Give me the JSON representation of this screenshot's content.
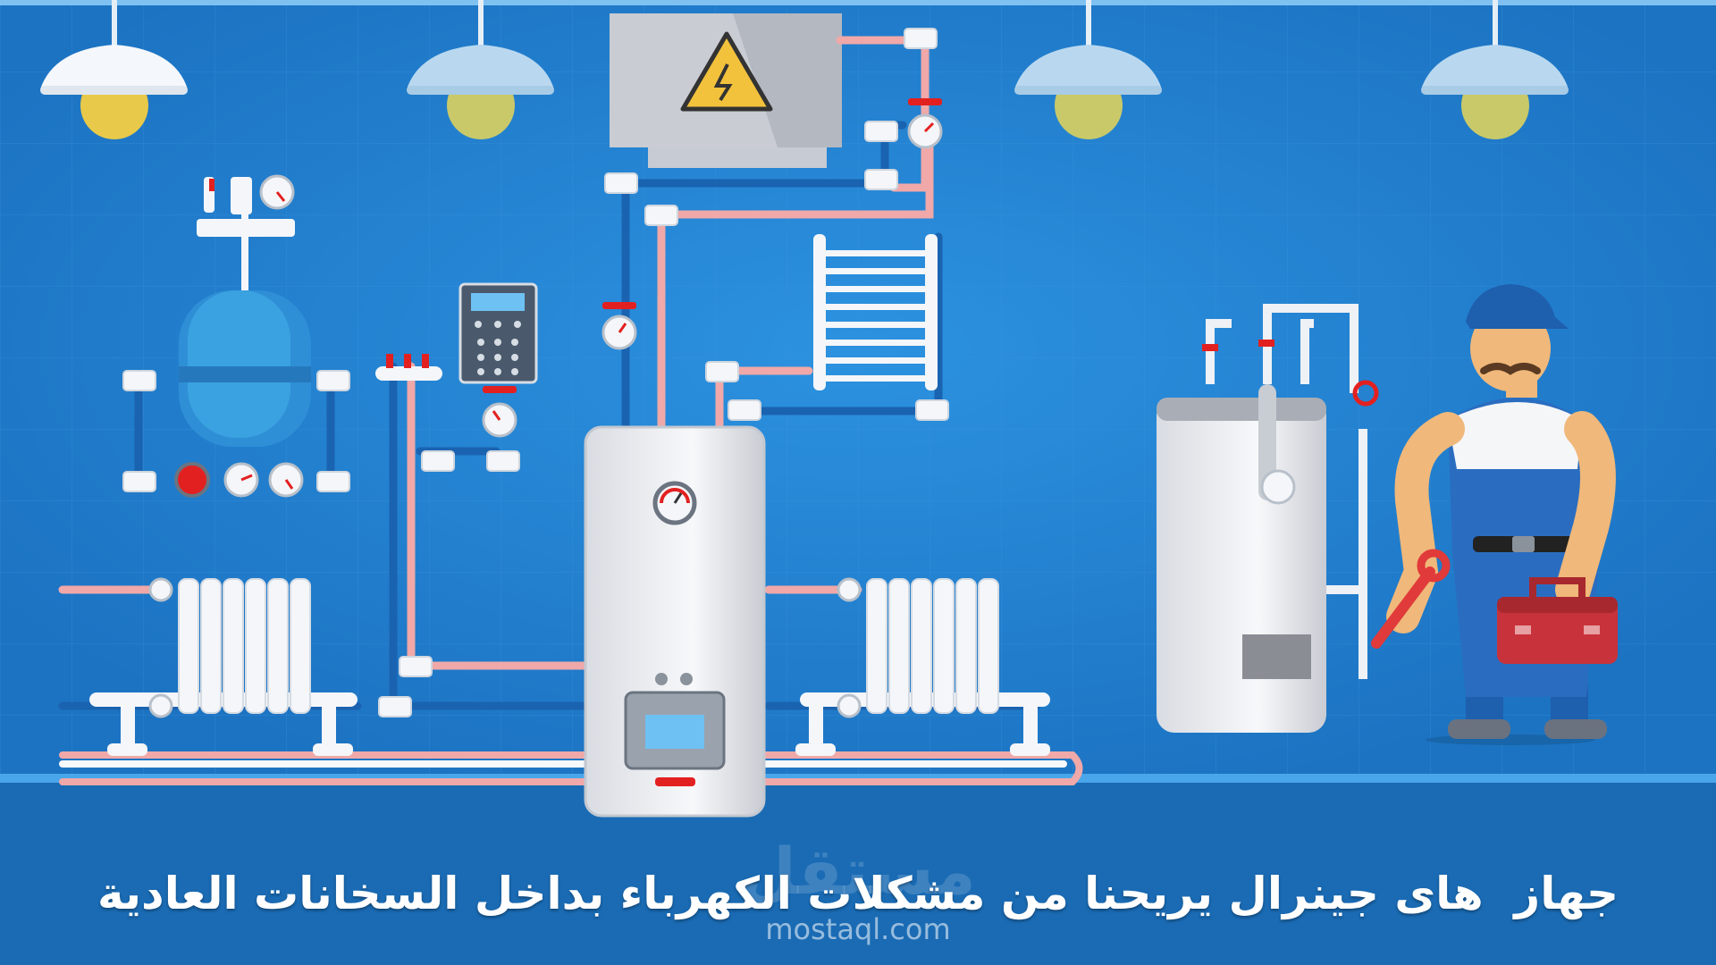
{
  "caption": "جهاز  هاى جينرال يريحنا من مشكلات الكهرباء بداخل السخانات العادية",
  "watermark": {
    "arabic": "مستقل",
    "latin": "mostaql.com"
  },
  "colors": {
    "background": "#1f7fd0",
    "floor": "#1a6bb4",
    "hot_pipe": "#f0a8a8",
    "cold_pipe": "#1a63b0",
    "appliance": "#f3f4f7",
    "tank": "#3aa2e0",
    "warning": "#f3c23c",
    "accent_red": "#e32020"
  },
  "icons": [
    "pendant-lamp-icon",
    "high-voltage-warning-icon",
    "pressure-gauge-icon",
    "valve-icon",
    "thermostat-panel-icon",
    "wrench-icon",
    "toolbox-icon"
  ]
}
